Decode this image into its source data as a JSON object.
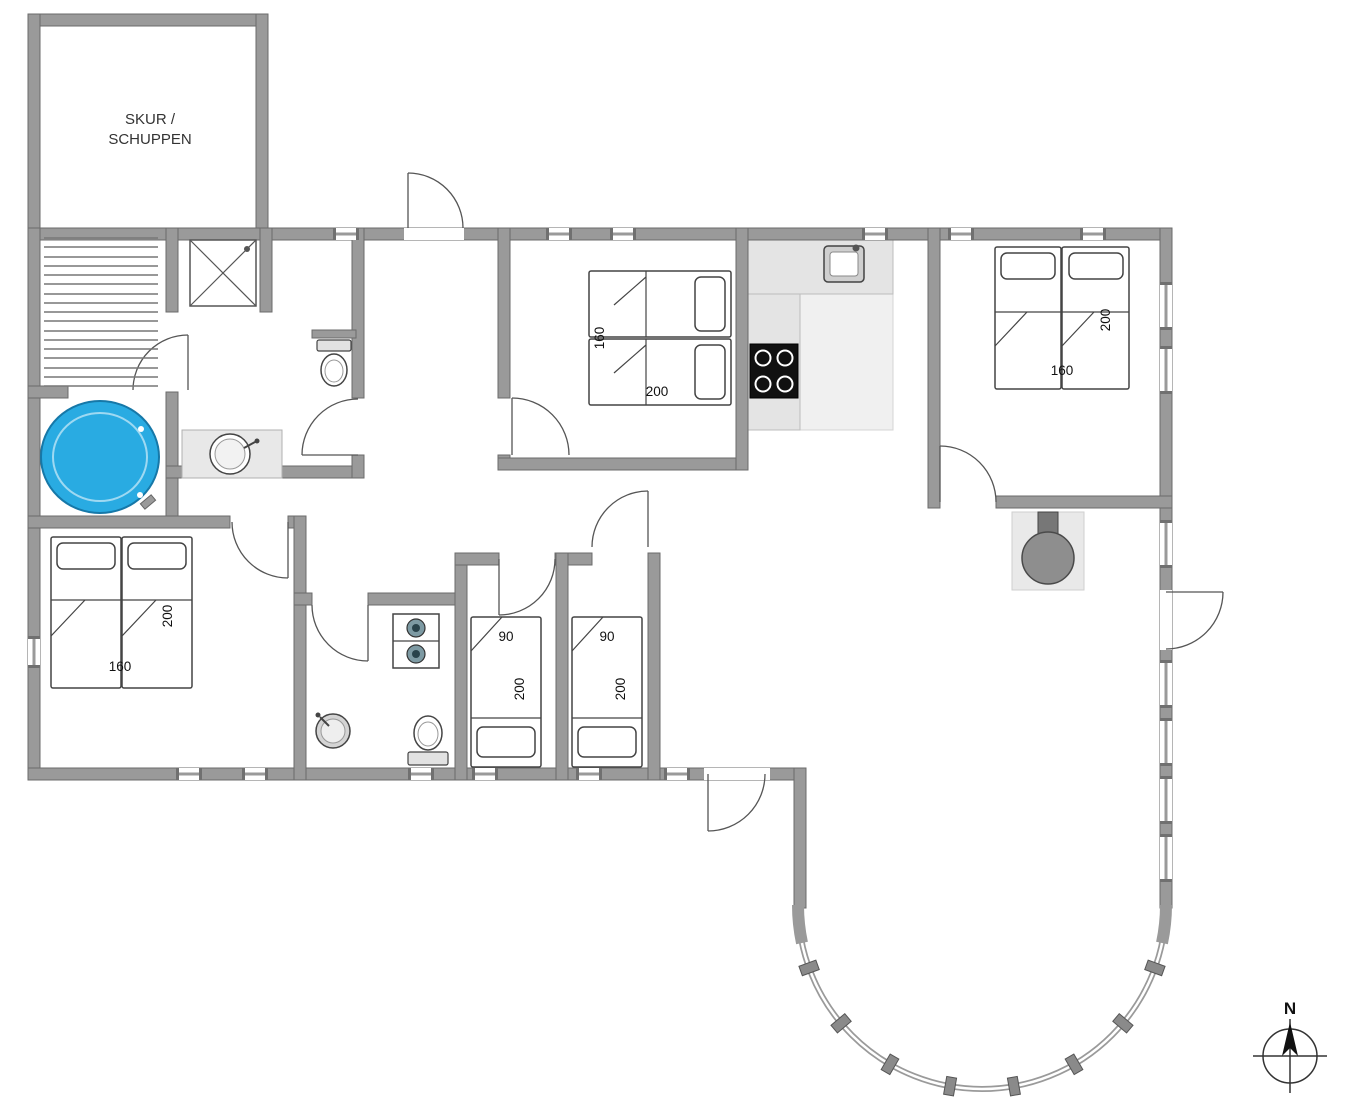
{
  "floorplan": {
    "shed_label": {
      "line1": "SKUR /",
      "line2": "SCHUPPEN"
    },
    "compass": {
      "north": "N"
    },
    "rooms": {
      "bedroom_left": {
        "bed_width": "160",
        "bed_length": "200"
      },
      "bedroom_top": {
        "bed_width": "160",
        "bed_length": "200"
      },
      "bedroom_right": {
        "bed_width": "160",
        "bed_length": "200"
      },
      "bedroom_small_left": {
        "bed_width": "90",
        "bed_length": "200"
      },
      "bedroom_small_right": {
        "bed_width": "90",
        "bed_length": "200"
      }
    },
    "colors": {
      "wall": "#9A9A9A",
      "hot_tub": "#29ABE2",
      "stove": "#111111",
      "fireplace": "#8E8E8E",
      "kitchen_floor": "#F0F0F0"
    }
  }
}
